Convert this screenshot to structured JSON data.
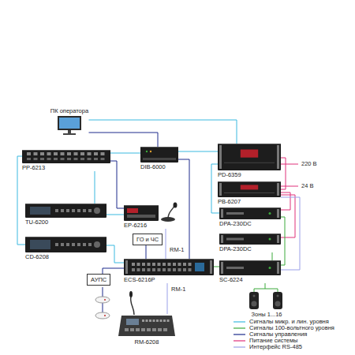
{
  "diagram": {
    "nodes": [
      {
        "text": [
          "ПК оператора"
        ]
      },
      {
        "text": [
          "PP-6213"
        ]
      },
      {
        "text": [
          "DIB-6000"
        ]
      },
      {
        "text": [
          "PD-6359"
        ]
      },
      {
        "text": [
          "PB-6207"
        ]
      },
      {
        "text": [
          "TU-6200"
        ]
      },
      {
        "text": [
          "EP-6216"
        ]
      },
      {
        "text": [
          "DPA-230DC"
        ]
      },
      {
        "text": [
          "DPA-230DC"
        ]
      },
      {
        "text": [
          "CD-6208"
        ]
      },
      {
        "text": [
          "ГО и ЧС"
        ]
      },
      {
        "text": [
          "ECS-6216P"
        ]
      },
      {
        "text": [
          "SC-6224"
        ]
      },
      {
        "text": [
          "АУПС"
        ]
      },
      {
        "text": [
          "RM-6208"
        ]
      }
    ],
    "edges": [
      {
        "from": 0,
        "to": 2,
        "arrow": "none"
      },
      {
        "from": 0,
        "to": 3,
        "arrow": "none"
      },
      {
        "from": 1,
        "to": 2,
        "arrow": "none"
      },
      {
        "from": 2,
        "to": 3,
        "arrow": "none"
      },
      {
        "from": 1,
        "to": 6,
        "arrow": "none"
      },
      {
        "from": 1,
        "to": 5,
        "arrow": "none"
      },
      {
        "from": 1,
        "to": 9,
        "arrow": "none"
      },
      {
        "from": 5,
        "to": 6,
        "arrow": "none"
      },
      {
        "from": 2,
        "to": 11,
        "arrow": "none"
      },
      {
        "from": 3,
        "to": 4,
        "arrow": "none"
      },
      {
        "from": 3,
        "to": 7,
        "arrow": "none"
      },
      {
        "from": 4,
        "to": 7,
        "arrow": "none"
      },
      {
        "from": 4,
        "to": 8,
        "arrow": "none"
      },
      {
        "from": 4,
        "to": 12,
        "arrow": "none"
      },
      {
        "from": 6,
        "to": 11,
        "arrow": "none"
      },
      {
        "from": 9,
        "to": 11,
        "arrow": "none"
      },
      {
        "from": 10,
        "to": 11,
        "arrow": "none"
      },
      {
        "from": 11,
        "to": 13,
        "arrow": "none"
      },
      {
        "from": 11,
        "to": 12,
        "arrow": "none"
      },
      {
        "from": 7,
        "to": 12,
        "arrow": "none"
      },
      {
        "from": 8,
        "to": 12,
        "arrow": "none"
      },
      {
        "from": 11,
        "to": 14,
        "arrow": "none"
      }
    ],
    "labels": [
      "220 В",
      "24 В",
      "RM-1",
      "RM-1",
      "Зоны 1...16"
    ],
    "legend": [
      {
        "text": "Сигналы микр. и лин. уровня"
      },
      {
        "text": "Сигналы 100-вольтного уровня"
      },
      {
        "text": "Сигналы управления"
      },
      {
        "text": "Питание системы"
      },
      {
        "text": "Интерфейс RS-485"
      }
    ]
  }
}
